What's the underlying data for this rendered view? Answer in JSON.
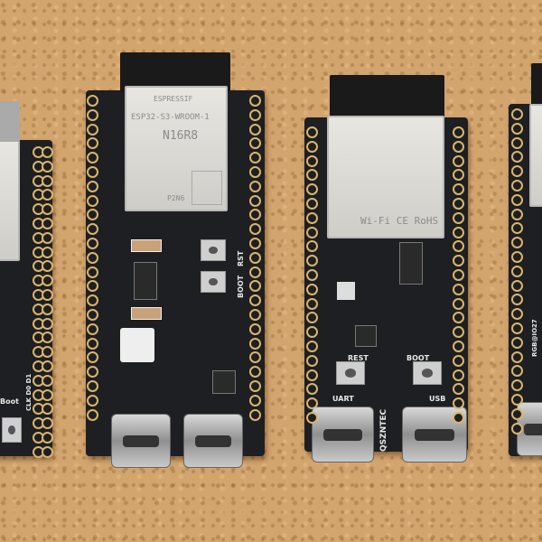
{
  "boards": [
    {
      "name": "left-board",
      "labels": {
        "boot": "Boot",
        "bottom": "CLK D0 D1"
      }
    },
    {
      "name": "esp32-s3-board",
      "module": {
        "brand": "ESPRESSIF",
        "model": "ESP32-S3-WROOM-1",
        "variant": "N16R8",
        "code": "P2N6"
      },
      "labels": {
        "boot": "BOOT",
        "rst": "RST"
      }
    },
    {
      "name": "esp32-c-board",
      "module": {
        "marks": "Wi-Fi  CE RoHS"
      },
      "labels": {
        "rest": "REST",
        "boot": "BOOT",
        "uart": "UART",
        "usb": "USB",
        "brand": "QSZNTEC"
      }
    },
    {
      "name": "right-board",
      "labels": {
        "rgb": "RGB@IO27"
      }
    }
  ],
  "colors": {
    "background": "#d3a56e",
    "pcb": "#1e1f22",
    "pad": "#d9b56c",
    "module": "#e0ded9"
  }
}
